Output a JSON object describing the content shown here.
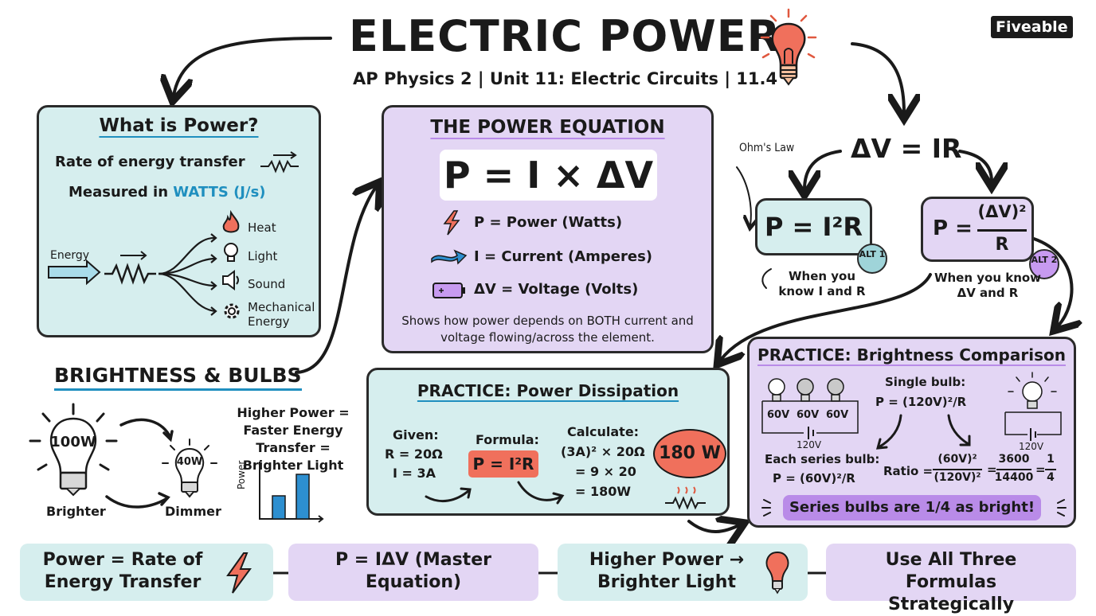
{
  "header": {
    "title": "ELECTRIC POWER",
    "subtitle": "AP Physics 2 | Unit 11: Electric Circuits | 11.4",
    "logo": "Fiveable"
  },
  "what_is_power": {
    "heading": "What is Power?",
    "line1": "Rate of energy transfer",
    "line2_prefix": "Measured in ",
    "line2_highlight": "WATTS (J/s)",
    "energy_label": "Energy",
    "outputs": [
      "Heat",
      "Light",
      "Sound",
      "Mechanical Energy"
    ]
  },
  "power_equation": {
    "heading": "THE POWER EQUATION",
    "equation": "P = I × ΔV",
    "defs": [
      "P = Power (Watts)",
      "I = Current (Amperes)",
      "ΔV = Voltage (Volts)"
    ],
    "note": "Shows how power depends on BOTH current and voltage flowing/across the element."
  },
  "ohms": {
    "label": "Ohm's Law",
    "equation": "ΔV = IR",
    "alt1_formula": "P = I²R",
    "alt1_badge": "ALT 1",
    "alt1_note": "When you know I and R",
    "alt2_lhs": "P =",
    "alt2_num": "(ΔV)²",
    "alt2_den": "R",
    "alt2_badge": "ALT 2",
    "alt2_note": "When you know ΔV and R"
  },
  "brightness": {
    "heading": "BRIGHTNESS & BULBS",
    "bulb_big": "100W",
    "bulb_small": "40W",
    "bright_label": "Brighter",
    "dim_label": "Dimmer",
    "note": "Higher Power = Faster Energy Transfer = Brighter Light",
    "axis_label": "Power"
  },
  "practice_dissipation": {
    "heading": "PRACTICE: Power Dissipation",
    "given_label": "Given:",
    "given_r": "R = 20Ω",
    "given_i": "I = 3A",
    "formula_label": "Formula:",
    "formula": "P = I²R",
    "calc_label": "Calculate:",
    "calc1": "(3A)² × 20Ω",
    "calc2": "= 9 × 20",
    "calc3": "= 180W",
    "result": "180 W"
  },
  "practice_brightness": {
    "heading": "PRACTICE: Brightness Comparison",
    "series_volts": [
      "60V",
      "60V",
      "60V"
    ],
    "series_source": "120V",
    "single_label": "Single bulb:",
    "single_formula": "P = (120V)²/R",
    "single_source": "120V",
    "series_label": "Each series bulb:",
    "series_formula": "P = (60V)²/R",
    "ratio_label": "Ratio =",
    "ratio_num1": "(60V)²",
    "ratio_den1": "(120V)²",
    "ratio_num2": "3600",
    "ratio_den2": "14400",
    "ratio_num3": "1",
    "ratio_den3": "4",
    "conclusion": "Series bulbs are 1/4 as bright!"
  },
  "summary": [
    "Power = Rate of Energy Transfer",
    "P = IΔV (Master Equation)",
    "Higher Power → Brighter Light",
    "Use All Three Formulas Strategically"
  ],
  "colors": {
    "teal": "#d6eeee",
    "lavender": "#e3d6f4",
    "accent_blue": "#1f8fbf",
    "accent_red": "#f0705c",
    "purple": "#b98be8"
  }
}
